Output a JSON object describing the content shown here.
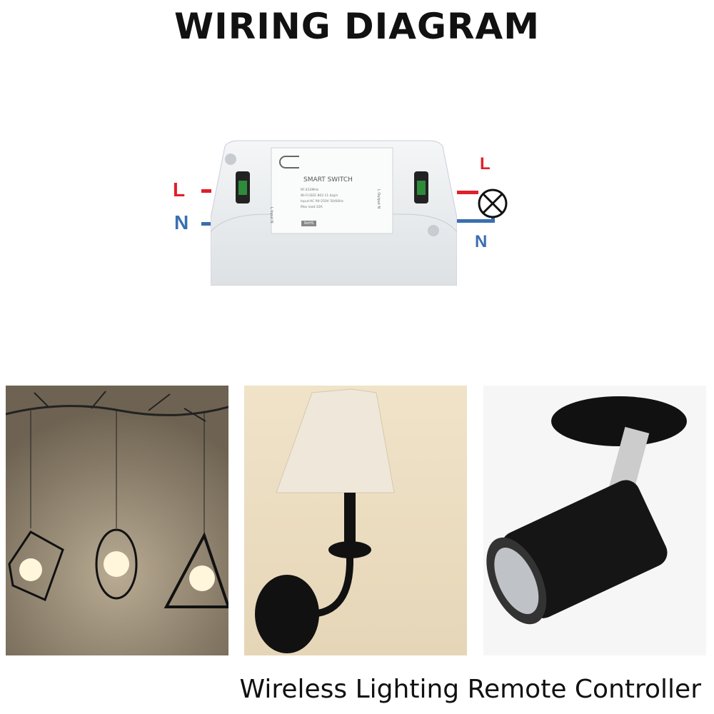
{
  "title": "WIRING DIAGRAM",
  "device": {
    "brand": "SMART SWITCH",
    "specs": [
      "RF:433MHz",
      "Wi-Fi:IEEE 802.11 b/g/n",
      "Input:AC 90-250V 50/60Hz",
      "Max load:10A"
    ],
    "input_label": "L Input N",
    "output_label": "L Output N",
    "rohs": "RoHS"
  },
  "wiring": {
    "input_live": "L",
    "input_neutral": "N",
    "output_live": "L",
    "output_neutral": "N",
    "live_color": "#e0202a",
    "neutral_color": "#3a6fb0"
  },
  "caption": "Wireless Lighting Remote Controller"
}
